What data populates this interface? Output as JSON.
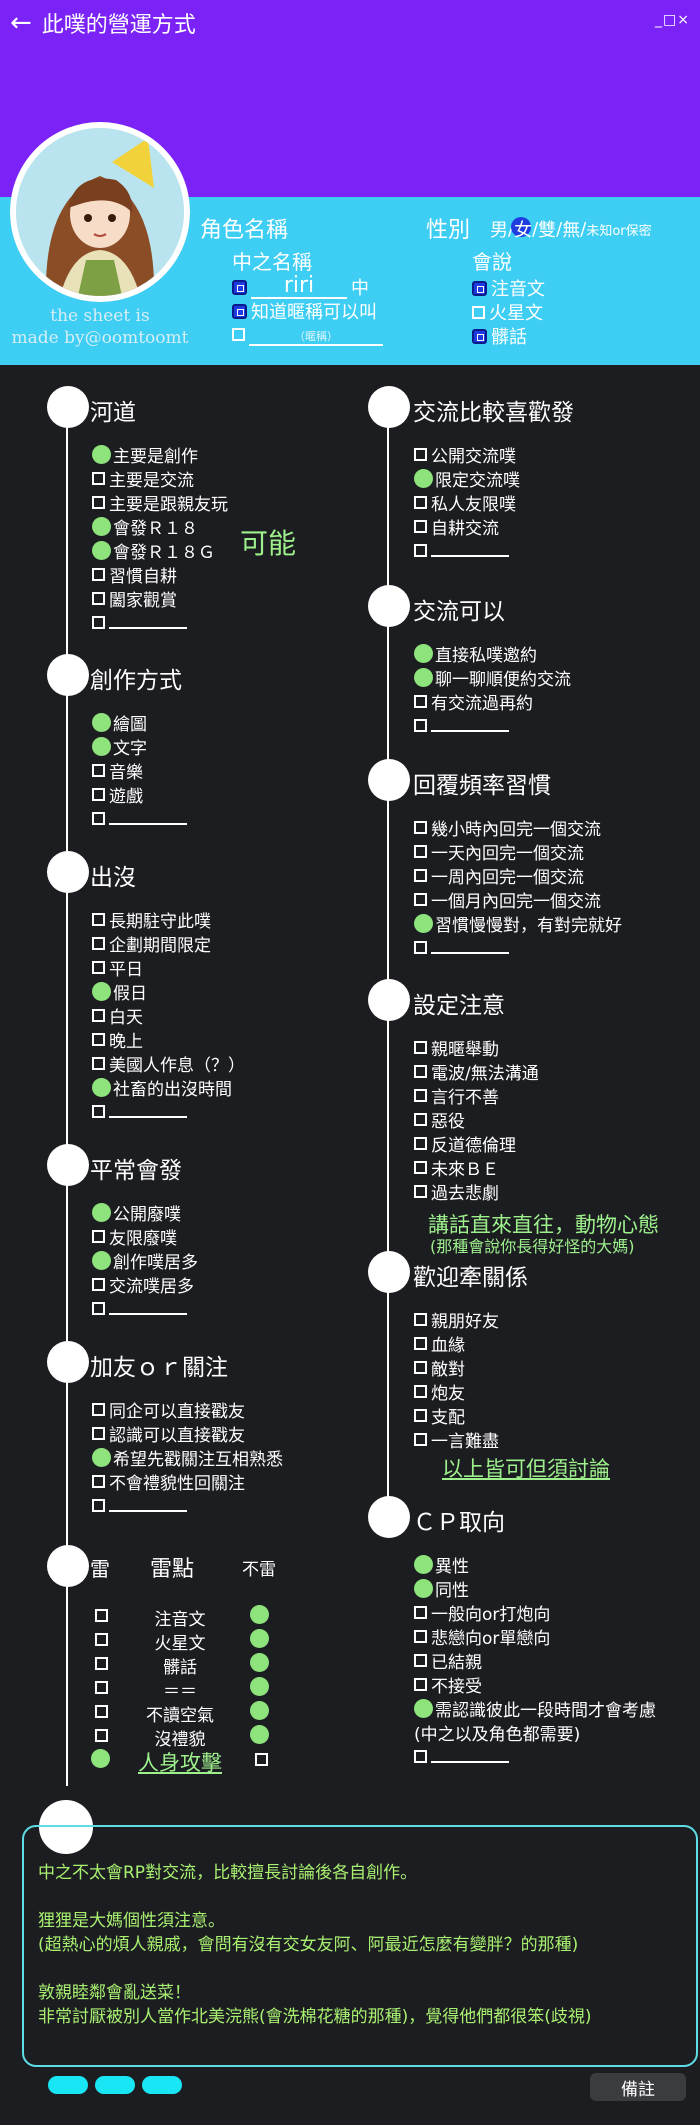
{
  "header": {
    "title": "此噗的營運方式",
    "window_controls": "_□×",
    "credit_line1": "the sheet is",
    "credit_line2": "made by@oomtoomt"
  },
  "profile": {
    "role_name_label": "角色名稱",
    "gender_label": "性別",
    "gender_options": [
      "男",
      "女",
      "雙",
      "無"
    ],
    "gender_slash": "/",
    "gender_unknown": "未知or保密",
    "zhong_label": "中之名稱",
    "zhong_value": "riri",
    "zhong_suffix": "中",
    "know_nickname": "知道暱稱可以叫",
    "nickname_hint": "（暱稱）",
    "speak_label": "會說",
    "speak_options": [
      "注音文",
      "火星文",
      "髒話"
    ]
  },
  "left_sections": [
    {
      "title": "河道",
      "items": [
        {
          "text": "主要是創作",
          "checked": true
        },
        {
          "text": "主要是交流",
          "checked": false
        },
        {
          "text": "主要是跟親友玩",
          "checked": false
        },
        {
          "text": "會發Ｒ１８",
          "checked": true
        },
        {
          "text": "會發Ｒ１８Ｇ",
          "checked": true
        },
        {
          "text": "習慣自耕",
          "checked": false
        },
        {
          "text": "闔家觀賞",
          "checked": false
        },
        {
          "text": "",
          "checked": false,
          "blank": true
        }
      ]
    },
    {
      "title": "創作方式",
      "items": [
        {
          "text": "繪圖",
          "checked": true
        },
        {
          "text": "文字",
          "checked": true
        },
        {
          "text": "音樂",
          "checked": false
        },
        {
          "text": "遊戲",
          "checked": false
        },
        {
          "text": "",
          "checked": false,
          "blank": true
        }
      ]
    },
    {
      "title": "出沒",
      "items": [
        {
          "text": "長期駐守此噗",
          "checked": false
        },
        {
          "text": "企劃期間限定",
          "checked": false
        },
        {
          "text": "平日",
          "checked": false
        },
        {
          "text": "假日",
          "checked": true
        },
        {
          "text": "白天",
          "checked": false
        },
        {
          "text": "晚上",
          "checked": false
        },
        {
          "text": "美國人作息（？）",
          "checked": false
        },
        {
          "text": "社畜的出沒時間",
          "checked": true
        },
        {
          "text": "",
          "checked": false,
          "blank": true
        }
      ]
    },
    {
      "title": "平常會發",
      "items": [
        {
          "text": "公開廢噗",
          "checked": true
        },
        {
          "text": "友限廢噗",
          "checked": false
        },
        {
          "text": "創作噗居多",
          "checked": true
        },
        {
          "text": "交流噗居多",
          "checked": false
        },
        {
          "text": "",
          "checked": false,
          "blank": true
        }
      ]
    },
    {
      "title": "加友ｏｒ關注",
      "items": [
        {
          "text": "同企可以直接戳友",
          "checked": false
        },
        {
          "text": "認識可以直接戳友",
          "checked": false
        },
        {
          "text": "希望先戳關注互相熟悉",
          "checked": true
        },
        {
          "text": "不會禮貌性回關注",
          "checked": false
        },
        {
          "text": "",
          "checked": false,
          "blank": true
        }
      ]
    }
  ],
  "right_sections": [
    {
      "title": "交流比較喜歡發",
      "items": [
        {
          "text": "公開交流噗",
          "checked": false
        },
        {
          "text": "限定交流噗",
          "checked": true
        },
        {
          "text": "私人友限噗",
          "checked": false
        },
        {
          "text": "自耕交流",
          "checked": false
        },
        {
          "text": "",
          "checked": false,
          "blank": true
        }
      ]
    },
    {
      "title": "交流可以",
      "items": [
        {
          "text": "直接私噗邀約",
          "checked": true
        },
        {
          "text": "聊一聊順便約交流",
          "checked": true
        },
        {
          "text": "有交流過再約",
          "checked": false
        },
        {
          "text": "",
          "checked": false,
          "blank": true
        }
      ]
    },
    {
      "title": "回覆頻率習慣",
      "items": [
        {
          "text": "幾小時內回完一個交流",
          "checked": false
        },
        {
          "text": "一天內回完一個交流",
          "checked": false
        },
        {
          "text": "一周內回完一個交流",
          "checked": false
        },
        {
          "text": "一個月內回完一個交流",
          "checked": false
        },
        {
          "text": "習慣慢慢對，有對完就好",
          "checked": true
        },
        {
          "text": "",
          "checked": false,
          "blank": true
        }
      ]
    },
    {
      "title": "設定注意",
      "items": [
        {
          "text": "親暱舉動",
          "checked": false
        },
        {
          "text": "電波/無法溝通",
          "checked": false
        },
        {
          "text": "言行不善",
          "checked": false
        },
        {
          "text": "惡役",
          "checked": false
        },
        {
          "text": "反道德倫理",
          "checked": false
        },
        {
          "text": "未來ＢＥ",
          "checked": false
        },
        {
          "text": "過去悲劇",
          "checked": false
        }
      ]
    },
    {
      "title": "歡迎牽關係",
      "items": [
        {
          "text": "親朋好友",
          "checked": false
        },
        {
          "text": "血緣",
          "checked": false
        },
        {
          "text": "敵對",
          "checked": false
        },
        {
          "text": "炮友",
          "checked": false
        },
        {
          "text": "支配",
          "checked": false
        },
        {
          "text": "一言難盡",
          "checked": false
        }
      ]
    },
    {
      "title": "ＣＰ取向",
      "items": [
        {
          "text": "異性",
          "checked": true
        },
        {
          "text": "同性",
          "checked": true
        },
        {
          "text": "一般向or打炮向",
          "checked": false
        },
        {
          "text": "悲戀向or單戀向",
          "checked": false
        },
        {
          "text": "已結親",
          "checked": false
        },
        {
          "text": "不接受",
          "checked": false
        },
        {
          "text": "需認識彼此一段時間才會考慮",
          "checked": true
        },
        {
          "text": "(中之以及角色都需要)",
          "checked": false,
          "plain": true
        },
        {
          "text": "",
          "checked": false,
          "blank": true
        }
      ]
    }
  ],
  "annotations": {
    "maybe": "可能",
    "setting_note_1": "講話直來直往，動物心態",
    "setting_note_2": "(那種會說你長得好怪的大媽)",
    "relation_note": "以上皆可但須討論"
  },
  "thunder": {
    "title": "雷",
    "header_center": "雷點",
    "header_right": "不雷",
    "rows": [
      {
        "label": "注音文",
        "left": false,
        "right": true
      },
      {
        "label": "火星文",
        "left": false,
        "right": true
      },
      {
        "label": "髒話",
        "left": false,
        "right": true
      },
      {
        "label": "＝＝",
        "left": false,
        "right": true
      },
      {
        "label": "不讀空氣",
        "left": false,
        "right": true
      },
      {
        "label": "沒禮貌",
        "left": false,
        "right": true
      },
      {
        "label": "人身攻擊",
        "left": true,
        "right": false
      }
    ]
  },
  "notes": {
    "lines": [
      "中之不太會RP對交流，比較擅長討論後各自創作。",
      "",
      "狸狸是大媽個性須注意。",
      "(超熱心的煩人親戚，會問有沒有交女友阿、阿最近怎麼有變胖？的那種)",
      "",
      "敦親睦鄰會亂送菜！",
      "非常討厭被別人當作北美浣熊(會洗棉花糖的那種)，覺得他們都很笨(歧視)"
    ],
    "memo_button": "備註"
  },
  "colors": {
    "purple": "#7b22f7",
    "cyan": "#3ecdf3",
    "dark": "#1c1d21",
    "green_dot": "#8ee37c",
    "green_text": "#a8f070",
    "blue_check": "#1e3de0"
  }
}
